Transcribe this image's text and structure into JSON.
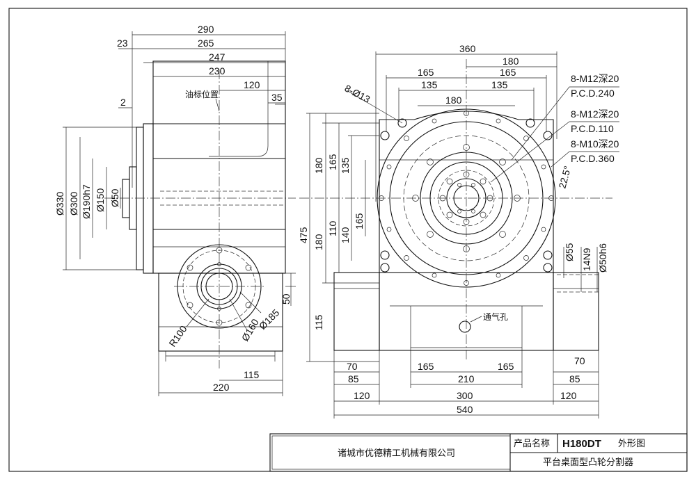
{
  "side_view": {
    "top_dims": [
      "290",
      "265",
      "247",
      "230",
      "120",
      "35"
    ],
    "left_dim_23": "23",
    "left_dim_2": "2",
    "oil_label": "油标位置",
    "diameters": [
      "Ø330",
      "Ø300",
      "Ø190h7",
      "Ø150",
      "Ø50"
    ],
    "input_flange": [
      "R100",
      "Ø160",
      "Ø185"
    ],
    "right_dim_50": "50",
    "bottom_dims": [
      "115",
      "220"
    ]
  },
  "front_view": {
    "top_dims": [
      "360",
      "180",
      "165",
      "165",
      "135",
      "135",
      "180"
    ],
    "hole_note": "8-Ø13",
    "callouts": [
      {
        "thread": "8-M12深20",
        "pcd": "P.C.D.240"
      },
      {
        "thread": "8-M12深20",
        "pcd": "P.C.D.110"
      },
      {
        "thread": "8-M10深20",
        "pcd": "P.C.D.360"
      }
    ],
    "angle": "22.5°",
    "left_dims": [
      "180",
      "165",
      "135",
      "475",
      "165",
      "110",
      "140",
      "180",
      "115"
    ],
    "shaft_dims": [
      "Ø55",
      "14N9",
      "Ø50h6"
    ],
    "vent_label": "通气孔",
    "bottom_dims": [
      "70",
      "85",
      "165",
      "165",
      "210",
      "70",
      "85",
      "120",
      "300",
      "120",
      "540"
    ]
  },
  "title_block": {
    "company": "诸城市优德精工机械有限公司",
    "product_label": "产品名称",
    "model": "H180DT",
    "drawing_type": "外形图",
    "description": "平台桌面型凸轮分割器"
  }
}
